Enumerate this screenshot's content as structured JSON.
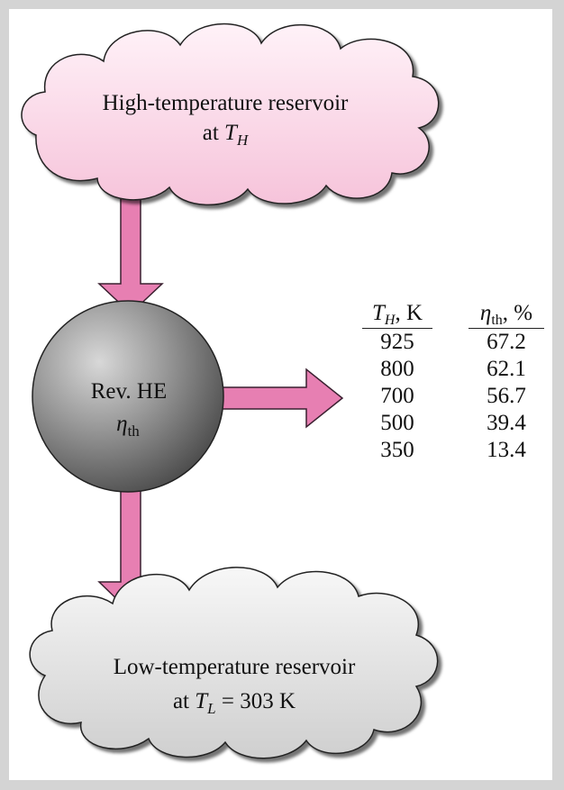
{
  "high_reservoir": {
    "line1": "High-temperature reservoir",
    "line2_prefix": "at ",
    "symbol": "T",
    "subscript": "H"
  },
  "engine": {
    "line1": "Rev. HE",
    "symbol": "η",
    "subscript": "th"
  },
  "low_reservoir": {
    "line1": "Low-temperature reservoir",
    "line2_prefix": "at ",
    "symbol": "T",
    "subscript": "L",
    "value": " = 303 K"
  },
  "table": {
    "col1_symbol": "T",
    "col1_subscript": "H",
    "col1_unit": ", K",
    "col2_symbol": "η",
    "col2_subscript": "th",
    "col2_unit": ", %",
    "rows": [
      {
        "t": "925",
        "eta": "67.2"
      },
      {
        "t": "800",
        "eta": "62.1"
      },
      {
        "t": "700",
        "eta": "56.7"
      },
      {
        "t": "500",
        "eta": "39.4"
      },
      {
        "t": "350",
        "eta": "13.4"
      }
    ]
  },
  "colors": {
    "arrow": "#e77fb2",
    "high_cloud": "#fde3ef",
    "low_cloud": "#e8e8e8",
    "engine": "#7a7a7a"
  }
}
